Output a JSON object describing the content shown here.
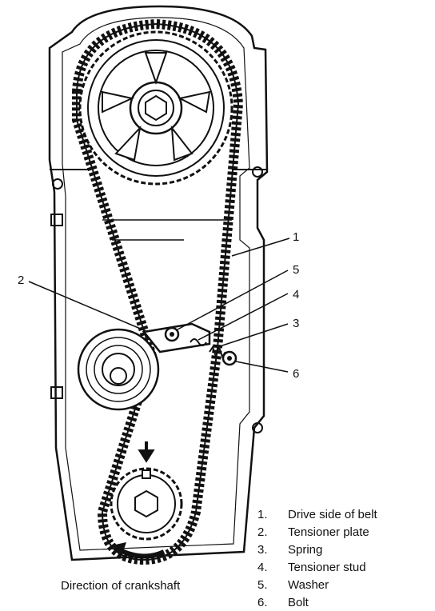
{
  "callouts": [
    {
      "num": "1"
    },
    {
      "num": "2"
    },
    {
      "num": "3"
    },
    {
      "num": "4"
    },
    {
      "num": "5"
    },
    {
      "num": "6"
    }
  ],
  "legend": [
    {
      "num": "1.",
      "text": "Drive side of belt"
    },
    {
      "num": "2.",
      "text": "Tensioner plate"
    },
    {
      "num": "3.",
      "text": "Spring"
    },
    {
      "num": "4.",
      "text": "Tensioner stud"
    },
    {
      "num": "5.",
      "text": "Washer"
    },
    {
      "num": "6.",
      "text": "Bolt"
    }
  ],
  "caption": "Direction of crankshaft",
  "colors": {
    "ink": "#111111",
    "paper": "#ffffff"
  }
}
